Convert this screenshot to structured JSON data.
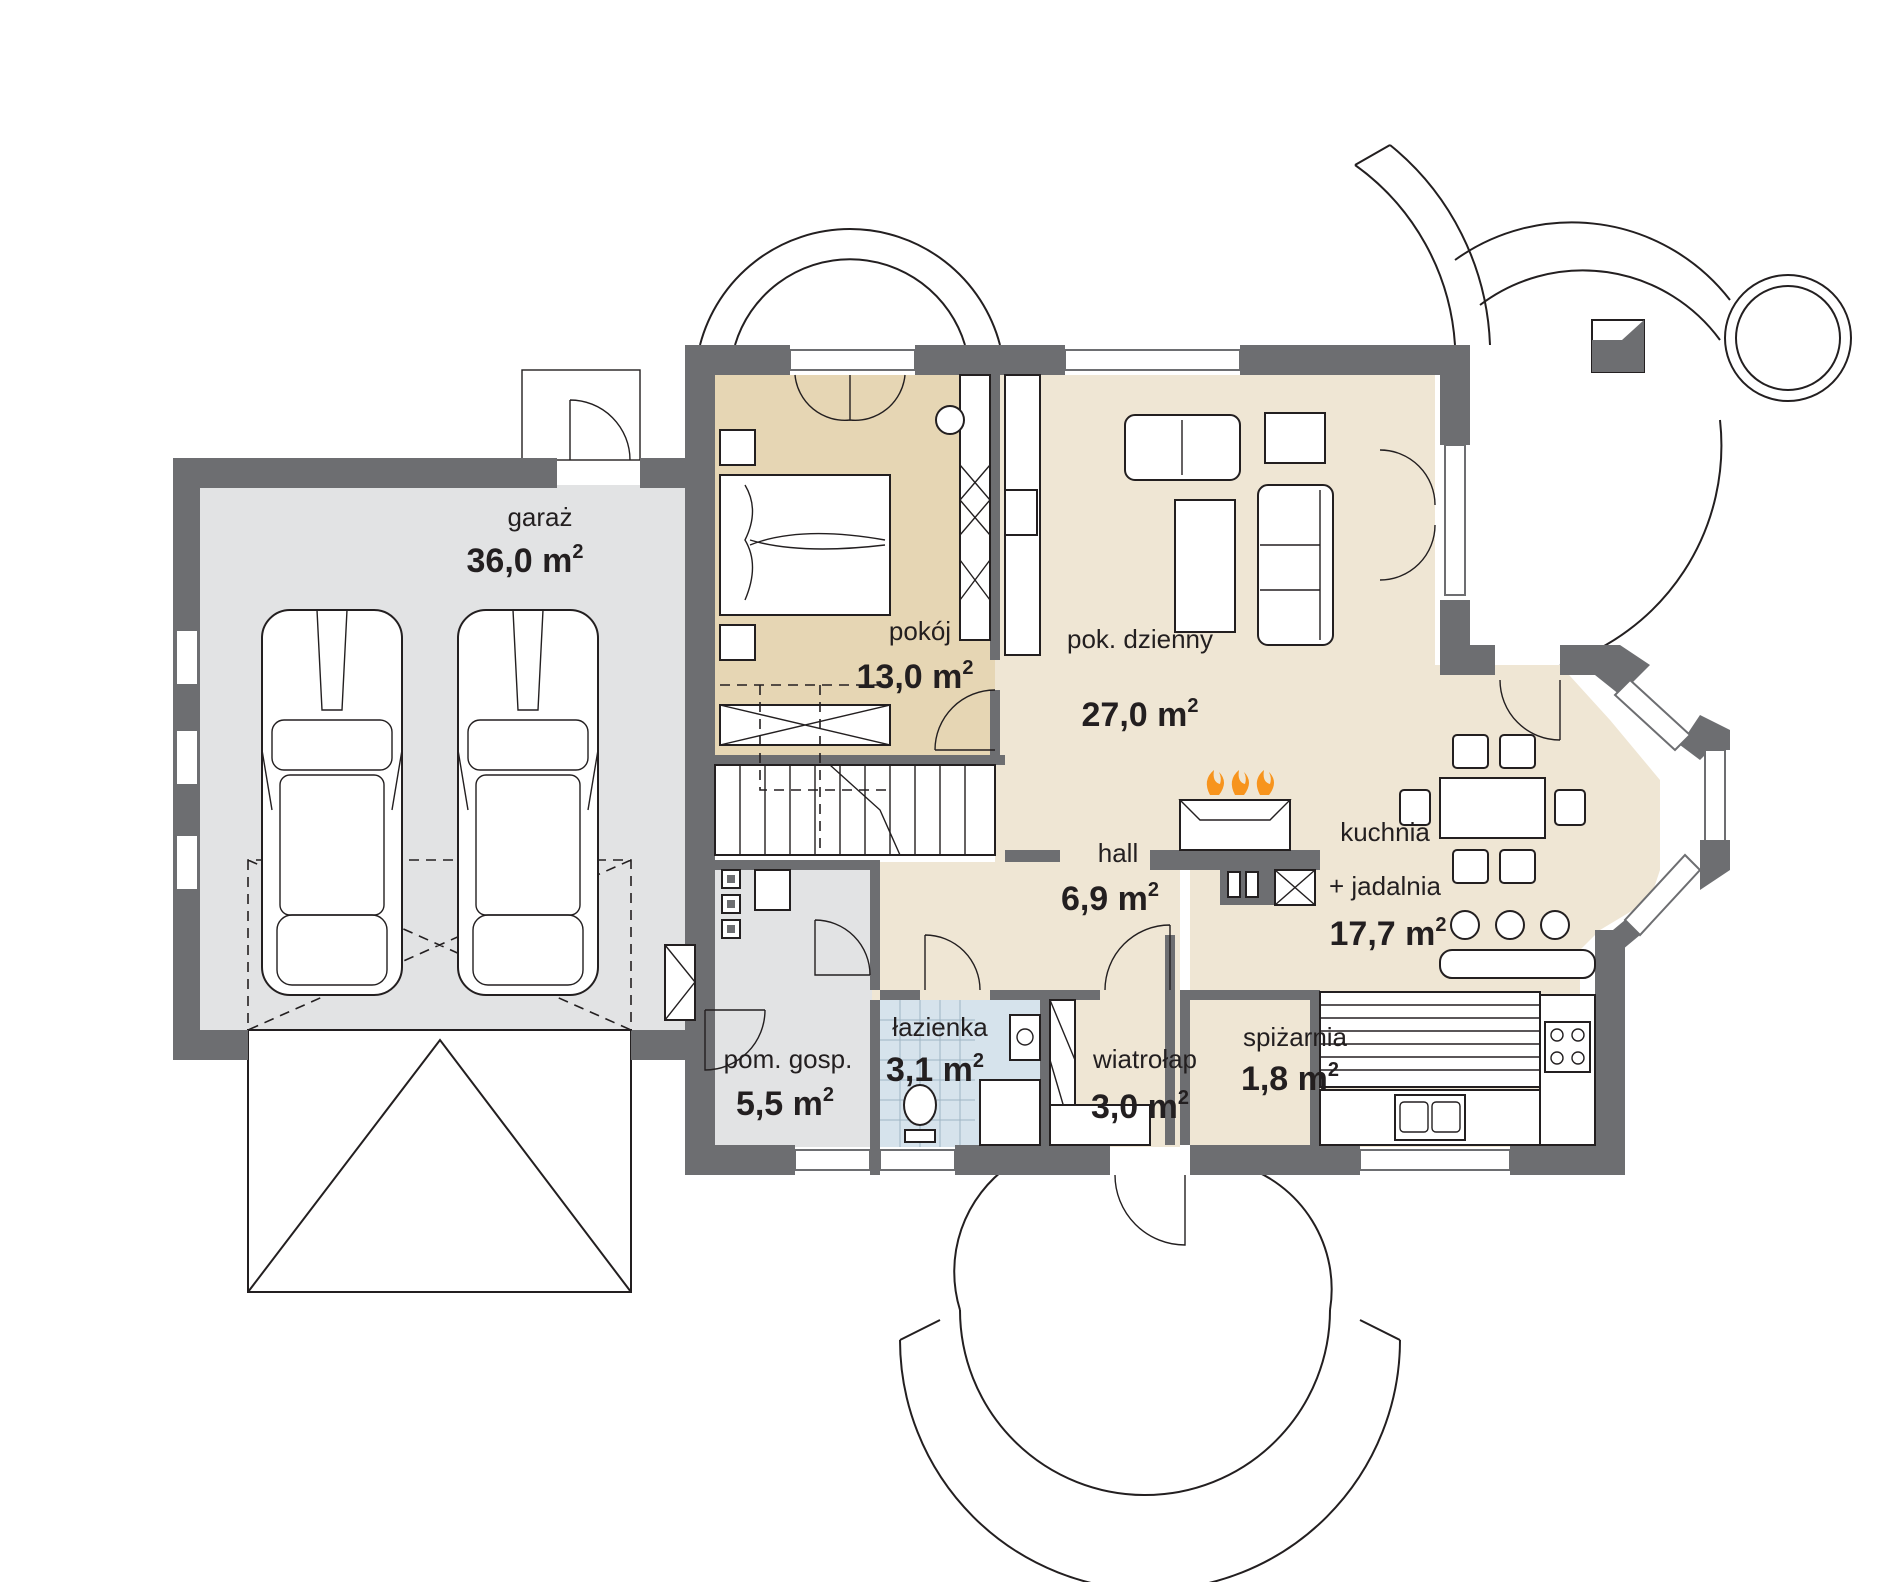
{
  "plan": {
    "colors": {
      "wall": "#6d6e71",
      "garage_floor": "#e2e3e4",
      "room_floor": "#efe6d4",
      "bedroom_floor": "#e6d6b4",
      "bathroom_floor": "#d6e3ec",
      "background": "#ffffff"
    },
    "area_unit": "m",
    "area_exponent": "2",
    "rooms": [
      {
        "id": "garaz",
        "name": "garaż",
        "area": "36,0"
      },
      {
        "id": "pokoj",
        "name": "pokój",
        "area": "13,0"
      },
      {
        "id": "pokoj-dzienny",
        "name": "pok. dzienny",
        "area": "27,0"
      },
      {
        "id": "hall",
        "name": "hall",
        "area": "6,9"
      },
      {
        "id": "kuchnia",
        "name": "kuchnia",
        "name2": "+ jadalnia",
        "area": "17,7"
      },
      {
        "id": "pom-gosp",
        "name": "pom. gosp.",
        "area": "5,5"
      },
      {
        "id": "lazienka",
        "name": "łazienka",
        "area": "3,1"
      },
      {
        "id": "wiatrolap",
        "name": "wiatrołap",
        "area": "3,0"
      },
      {
        "id": "spizarnia",
        "name": "spiżarnia",
        "area": "1,8"
      }
    ],
    "furniture_icons": [
      "car-icon",
      "bed-icon",
      "sofa-icon",
      "armchair-icon",
      "coffee-table-icon",
      "dining-table-icon",
      "chair-icon",
      "fireplace-icon",
      "stove-icon",
      "sink-icon",
      "toilet-icon",
      "shower-icon",
      "wardrobe-icon",
      "stairs-icon",
      "door-swing-icon",
      "window-icon"
    ]
  }
}
